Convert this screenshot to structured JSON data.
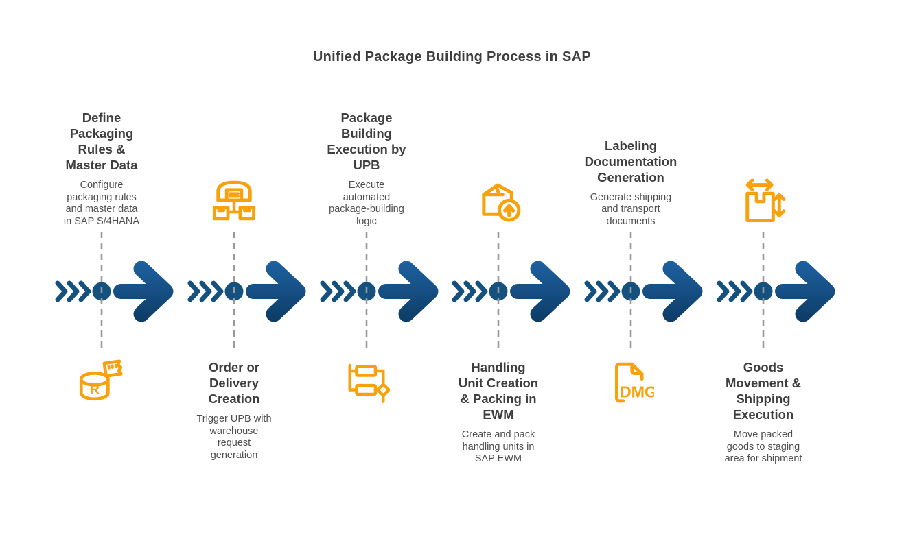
{
  "title": "Unified Package Building Process in SAP",
  "colors": {
    "accent_orange": "#F9A10B",
    "navy": "#15517F",
    "arrow_gradient_top": "#1E63A3",
    "arrow_gradient_bottom": "#0C3A63",
    "heading_text": "#3E3E3E",
    "body_text": "#4F4F4F",
    "connector_gray": "#9A9A9A"
  },
  "steps": [
    {
      "title": "Define\nPackaging\nRules &\nMaster Data",
      "description": "Configure\npackaging rules\nand master data\nin SAP S/4HANA",
      "icon": "database-rules-icon",
      "icon_text": "R",
      "text_position": "top"
    },
    {
      "title": "Order or\nDelivery\nCreation",
      "description": "Trigger UPB with\nwarehouse\nrequest\ngeneration",
      "icon": "warehouse-distribution-icon",
      "icon_text": "",
      "text_position": "bottom"
    },
    {
      "title": "Package\nBuilding\nExecution by\nUPB",
      "description": "Execute\nautomated\npackage-building\nlogic",
      "icon": "flowchart-icon",
      "icon_text": "",
      "text_position": "top"
    },
    {
      "title": "Handling\nUnit Creation\n& Packing in\nEWM",
      "description": "Create and pack\nhandling units in\nSAP EWM",
      "icon": "package-upload-icon",
      "icon_text": "",
      "text_position": "bottom"
    },
    {
      "title": "Labeling\nDocumentation\nGeneration",
      "description": "Generate shipping\nand transport\ndocuments",
      "icon": "dmg-document-icon",
      "icon_text": "DMG",
      "text_position": "top"
    },
    {
      "title": "Goods\nMovement &\nShipping\nExecution",
      "description": "Move packed\ngoods to staging\narea for shipment",
      "icon": "box-dimensions-icon",
      "icon_text": "",
      "text_position": "bottom"
    }
  ]
}
